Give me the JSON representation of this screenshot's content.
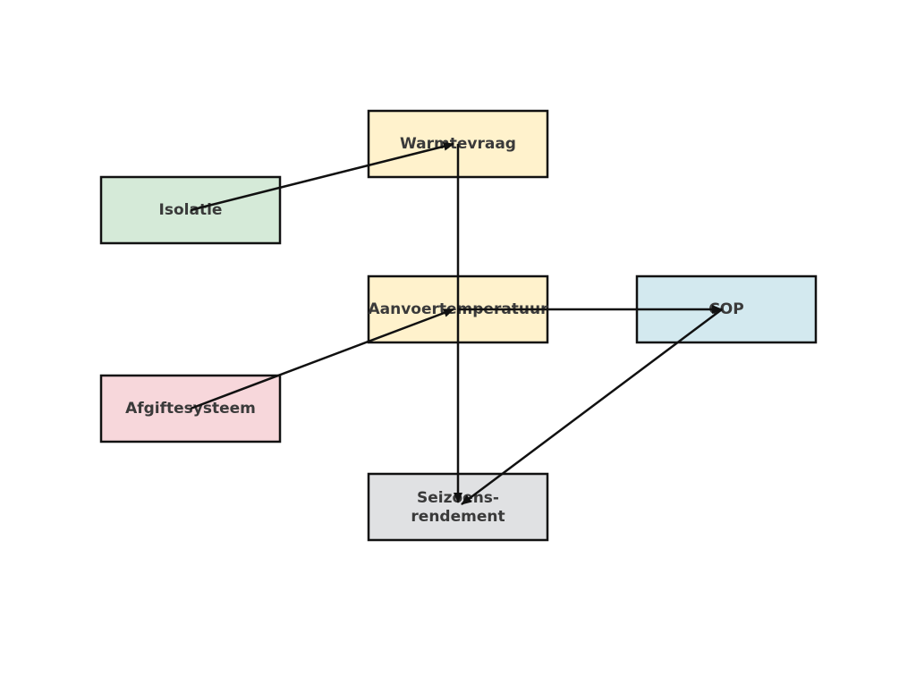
{
  "nodes": {
    "warmtevraag": {
      "label": "Warmtevraag",
      "color": "#fff2cc"
    },
    "isolatie": {
      "label": "Isolatie",
      "color": "#d5ead8"
    },
    "aanvoertemperatuur": {
      "label": "Aanvoertemperatuur",
      "color": "#fff2cc"
    },
    "cop": {
      "label": "COP",
      "color": "#d3e9ef"
    },
    "afgiftesysteem": {
      "label": "Afgiftesysteem",
      "color": "#f7d7db"
    },
    "seizoensrendement": {
      "label_line1": "Seizoens-",
      "label_line2": "rendement",
      "color": "#e0e1e3"
    }
  },
  "edges": [
    {
      "from": "isolatie",
      "to": "warmtevraag"
    },
    {
      "from": "warmtevraag",
      "to": "seizoensrendement"
    },
    {
      "from": "afgiftesysteem",
      "to": "aanvoertemperatuur"
    },
    {
      "from": "aanvoertemperatuur",
      "to": "cop"
    },
    {
      "from": "cop",
      "to": "seizoensrendement"
    }
  ],
  "colors": {
    "border": "#111111",
    "edge": "#111111",
    "text": "#3a3a3a"
  }
}
